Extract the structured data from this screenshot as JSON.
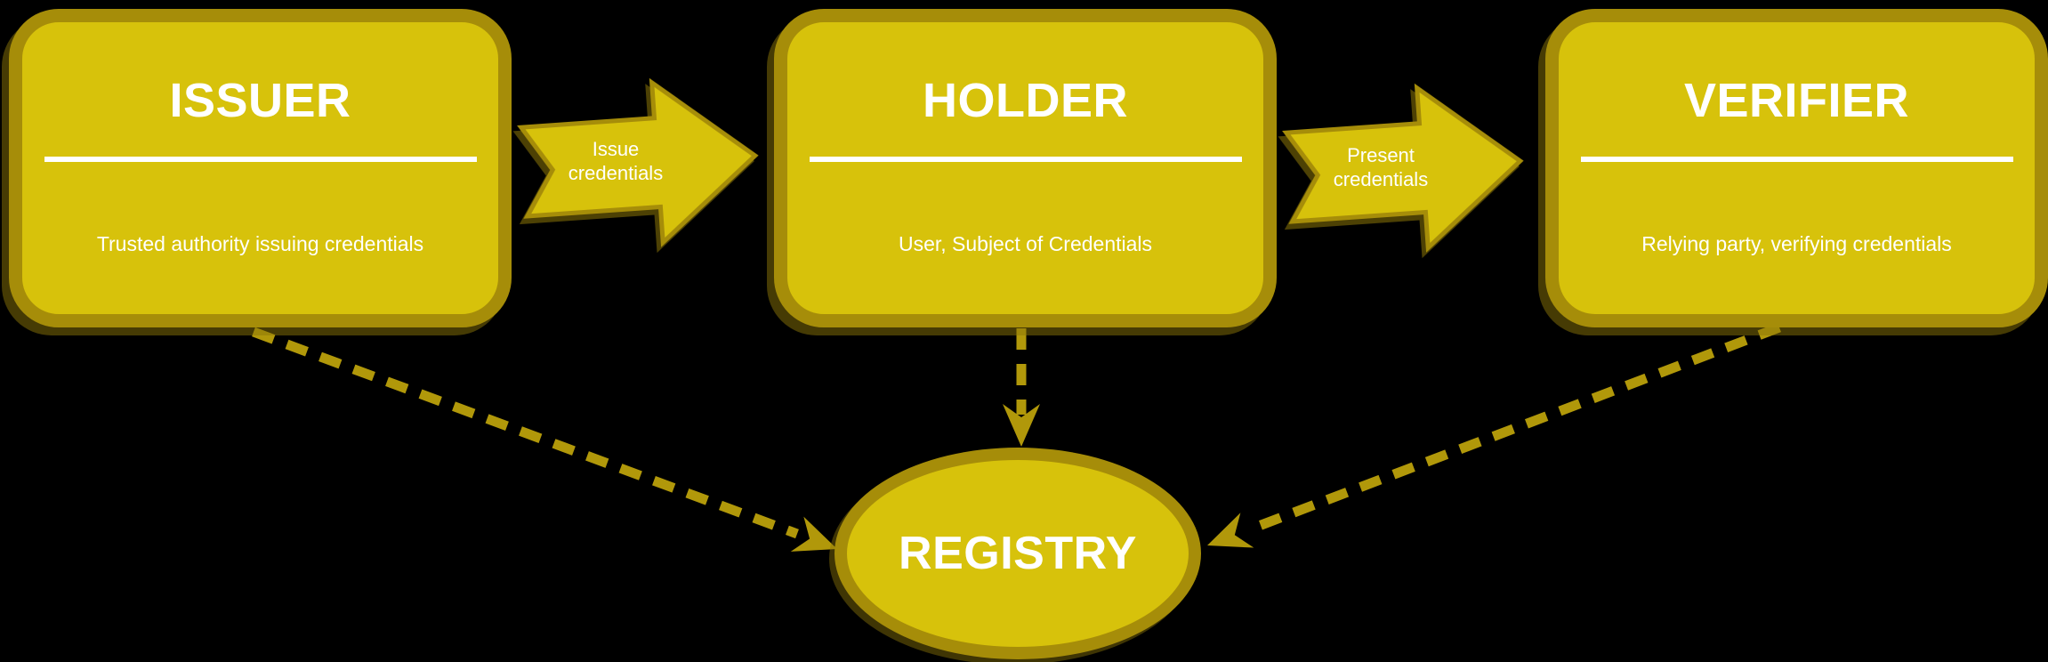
{
  "nodes": {
    "issuer": {
      "title": "ISSUER",
      "subtitle": "Trusted authority issuing credentials"
    },
    "holder": {
      "title": "HOLDER",
      "subtitle": "User, Subject of Credentials"
    },
    "verifier": {
      "title": "VERIFIER",
      "subtitle": "Relying party, verifying credentials"
    },
    "registry": {
      "title": "REGISTRY"
    }
  },
  "flows": {
    "issue": {
      "label": "Issue credentials",
      "from": "ISSUER",
      "to": "HOLDER"
    },
    "present": {
      "label": "Present credentials",
      "from": "HOLDER",
      "to": "VERIFIER"
    }
  },
  "connectors": [
    {
      "from": "ISSUER",
      "to": "REGISTRY",
      "style": "dashed"
    },
    {
      "from": "HOLDER",
      "to": "REGISTRY",
      "style": "dashed"
    },
    {
      "from": "VERIFIER",
      "to": "REGISTRY",
      "style": "dashed"
    }
  ],
  "theme": {
    "background": "#000000",
    "node-fill": "#d7c20b",
    "node-border": "#a68d09",
    "connector-color": "#b1980a",
    "text-color": "#ffffff"
  }
}
